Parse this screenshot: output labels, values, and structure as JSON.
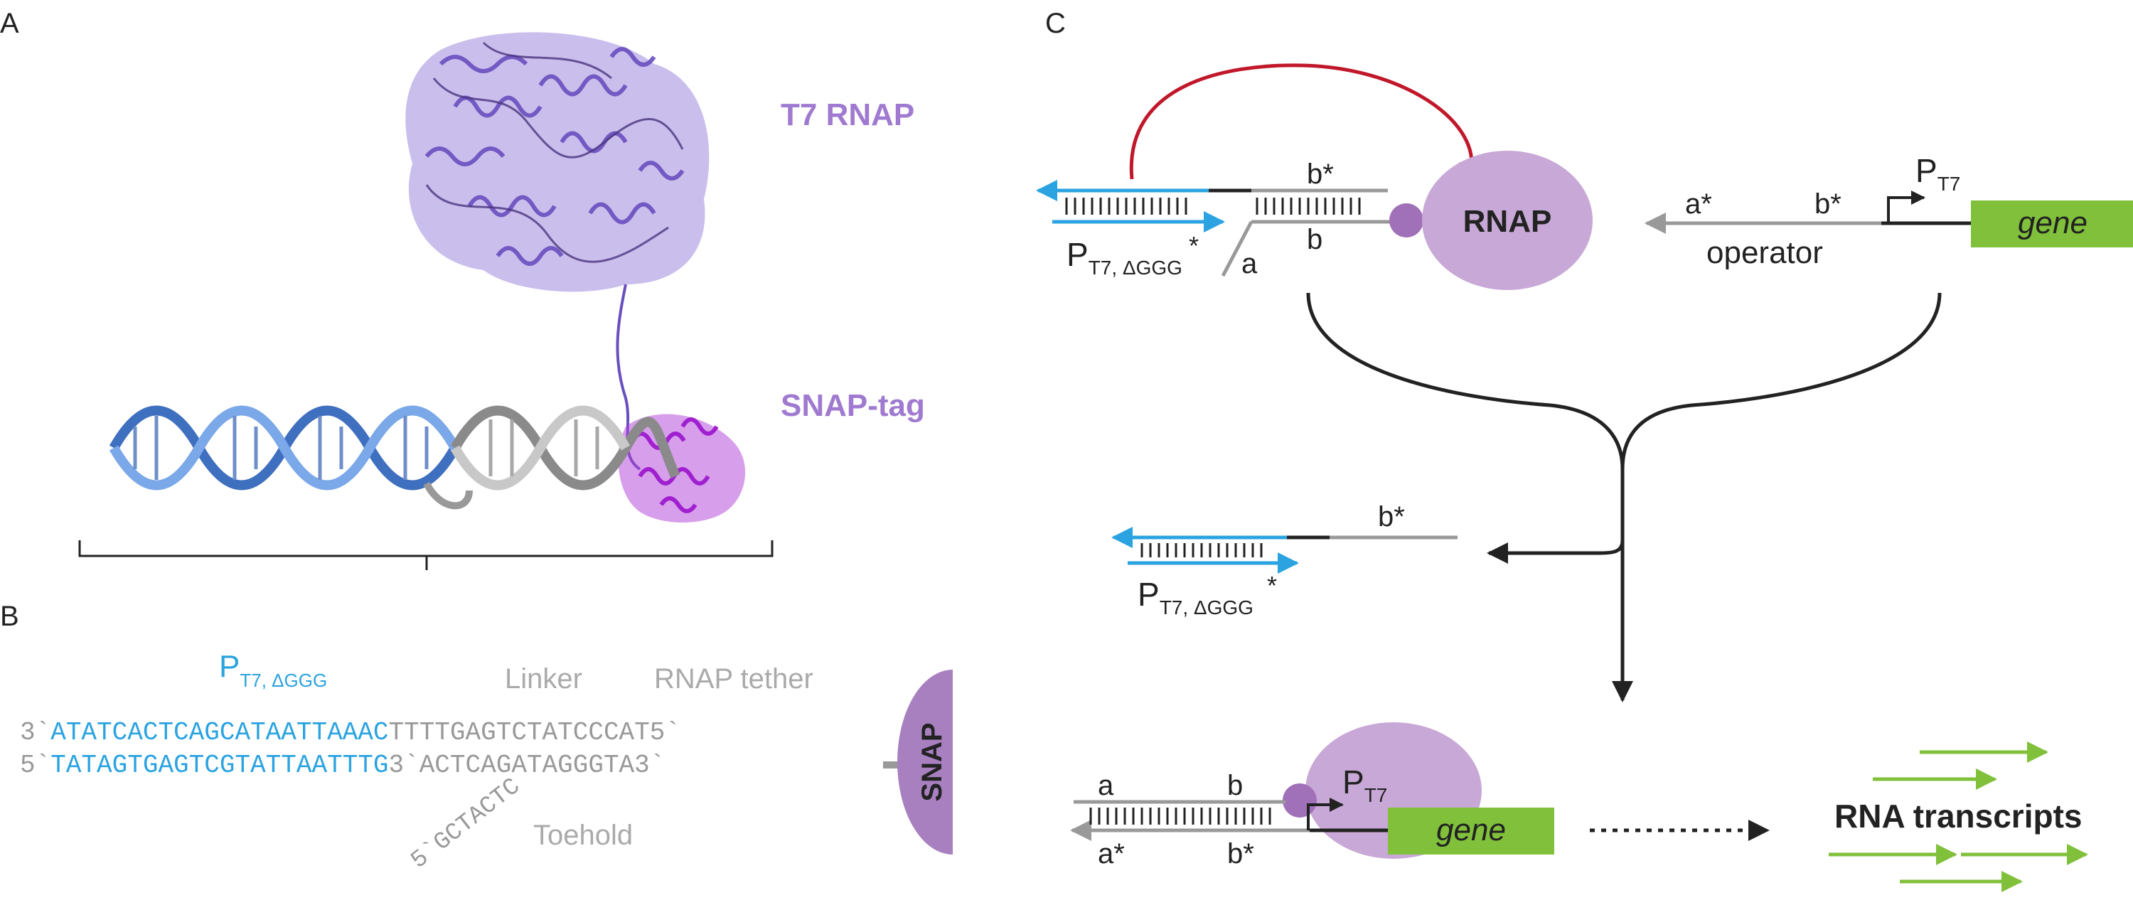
{
  "panels": {
    "a": "A",
    "b": "B",
    "c": "C"
  },
  "panel_a": {
    "protein_label": "T7 RNAP",
    "tag_label": "SNAP-tag"
  },
  "panel_b": {
    "promoter_p": "P",
    "promoter_sub": "T7, ΔGGG",
    "linker": "Linker",
    "tether": "RNAP tether",
    "toehold": "Toehold",
    "snap": "SNAP",
    "top_prefix": "3`",
    "top_blue": "ATATCACTCAGCATAATTAAAC",
    "top_gray": "TTTTGAGTCTATCCCAT5`",
    "bot_prefix": "5`",
    "bot_blue": "TATAGTGAGTCGTATTAATTTG",
    "bot_gray": "3`ACTCAGATAGGGTA3`",
    "toehold_seq": "5`GCTACTC"
  },
  "panel_c": {
    "rnap": "RNAP",
    "b_star": "b*",
    "b": "b",
    "a": "a",
    "a_star": "a*",
    "promoter_p": "P",
    "promoter_sub": "T7, ΔGGG",
    "star": "*",
    "pt7_p": "P",
    "pt7_sub": "T7",
    "operator": "operator",
    "gene": "gene",
    "rna": "RNA transcripts"
  },
  "colors": {
    "blue": "#2aa3e0",
    "gray": "#999999",
    "purple_light": "#c8a8d6",
    "purple_dark": "#a070b8",
    "green": "#80c03a",
    "red": "#c0182a",
    "helix_blue": "#5b8ed6",
    "protein": "#8a6fd0",
    "snap_protein": "#a020d0",
    "label_purple": "#a07ad0"
  }
}
